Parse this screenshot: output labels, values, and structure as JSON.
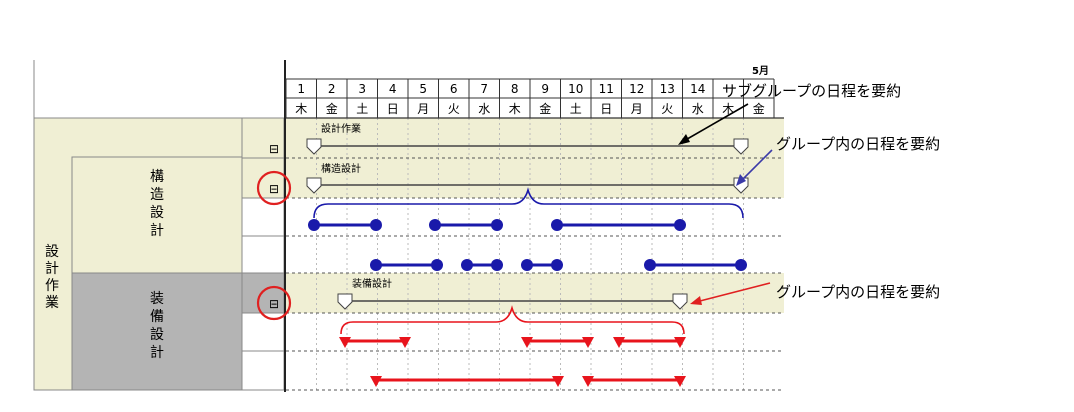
{
  "month_label": "5月",
  "days": [
    "1",
    "2",
    "3",
    "4",
    "5",
    "6",
    "7",
    "8",
    "9",
    "10",
    "11",
    "12",
    "13",
    "14"
  ],
  "weekdays": [
    "木",
    "金",
    "土",
    "日",
    "月",
    "火",
    "水",
    "木",
    "金",
    "土",
    "日",
    "月",
    "火",
    "水",
    "木",
    "金"
  ],
  "tree": {
    "group": "設計作業",
    "sub1": "構造設計",
    "sub2": "装備設計",
    "toggle_symbol": "⊟"
  },
  "bars": {
    "group_label": "設計作業",
    "sub1_label": "構造設計",
    "sub2_label": "装備設計"
  },
  "callouts": {
    "c1": "サブグループの日程を要約",
    "c2": "グループ内の日程を要約",
    "c3": "グループ内の日程を要約"
  },
  "colors": {
    "blue": "#1a1aaa",
    "red": "#e8141c",
    "band": "#f0efd4",
    "shade": "#b4b4b4",
    "circle": "#e02020"
  }
}
